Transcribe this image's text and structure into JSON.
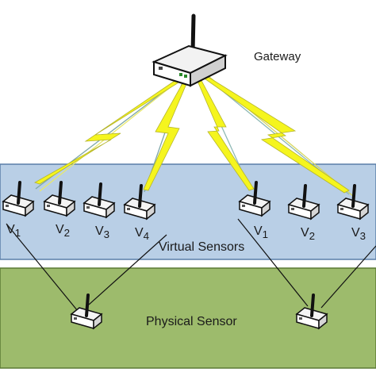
{
  "gateway": {
    "label": "Gateway"
  },
  "virtual_layer": {
    "label": "Virtual Sensors"
  },
  "physical_layer": {
    "label": "Physical Sensor"
  },
  "left_group": {
    "virtual_sensors": [
      {
        "letter": "V",
        "sub": "1"
      },
      {
        "letter": "V",
        "sub": "2"
      },
      {
        "letter": "V",
        "sub": "3"
      },
      {
        "letter": "V",
        "sub": "4"
      }
    ]
  },
  "right_group": {
    "virtual_sensors": [
      {
        "letter": "V",
        "sub": "1"
      },
      {
        "letter": "V",
        "sub": "2"
      },
      {
        "letter": "V",
        "sub": "3"
      }
    ]
  },
  "colors": {
    "virtual_band": "#b9cfe6",
    "physical_band": "#9dbb6c",
    "lightning": "#f5f51e",
    "link": "#8fb9b5"
  }
}
